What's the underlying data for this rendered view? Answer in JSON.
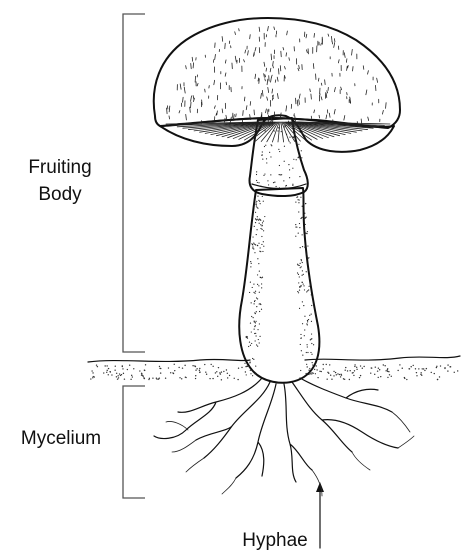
{
  "labels": {
    "fruiting_body_line1": "Fruiting",
    "fruiting_body_line2": "Body",
    "mycelium": "Mycelium",
    "hyphae": "Hyphae"
  },
  "colors": {
    "ink": "#111111",
    "background": "#ffffff",
    "bracket": "#555555"
  }
}
